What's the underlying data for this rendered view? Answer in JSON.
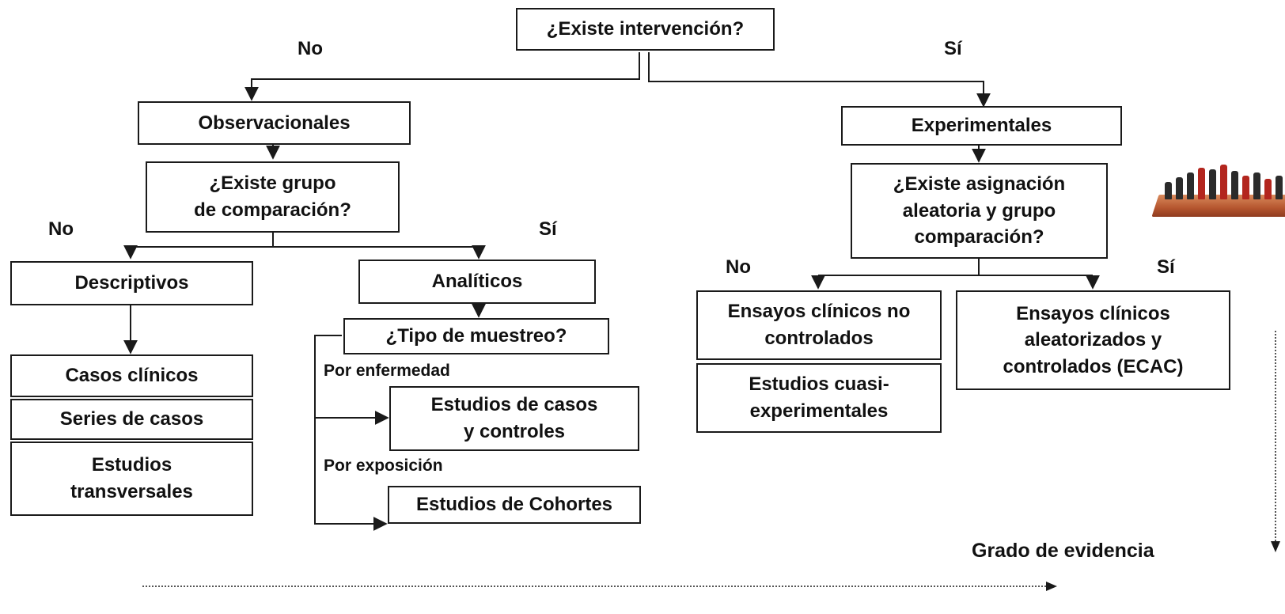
{
  "boxes": {
    "intervention": "¿Existe intervención?",
    "observational": "Observacionales",
    "experimental": "Experimentales",
    "comparison_group": "¿Existe grupo\nde comparación?",
    "random_assignment": "¿Existe asignación\naleatoria y grupo\ncomparación?",
    "descriptive": "Descriptivos",
    "analytic": "Analíticos",
    "sampling_type": "¿Tipo de muestreo?",
    "case_reports": "Casos clínicos",
    "case_series": "Series de casos",
    "cross_sectional": "Estudios\ntransversales",
    "case_control": "Estudios de casos\ny controles",
    "cohort": "Estudios de Cohortes",
    "uncontrolled_trials": "Ensayos clínicos no\ncontrolados",
    "quasi_experimental": "Estudios cuasi-\nexperimentales",
    "rct": "Ensayos clínicos\naleatorizados y\ncontrolados (ECAC)"
  },
  "labels": {
    "top_no": "No",
    "top_si": "Sí",
    "obs_no": "No",
    "obs_si": "Sí",
    "exp_no": "No",
    "exp_si": "Sí",
    "by_disease": "Por enfermedad",
    "by_exposure": "Por exposición",
    "evidence": "Grado de evidencia"
  },
  "colors": {
    "line": "#1a1a1a",
    "dotted": "#555555",
    "board": "#c0643a"
  },
  "decoration": "chess-set-image"
}
